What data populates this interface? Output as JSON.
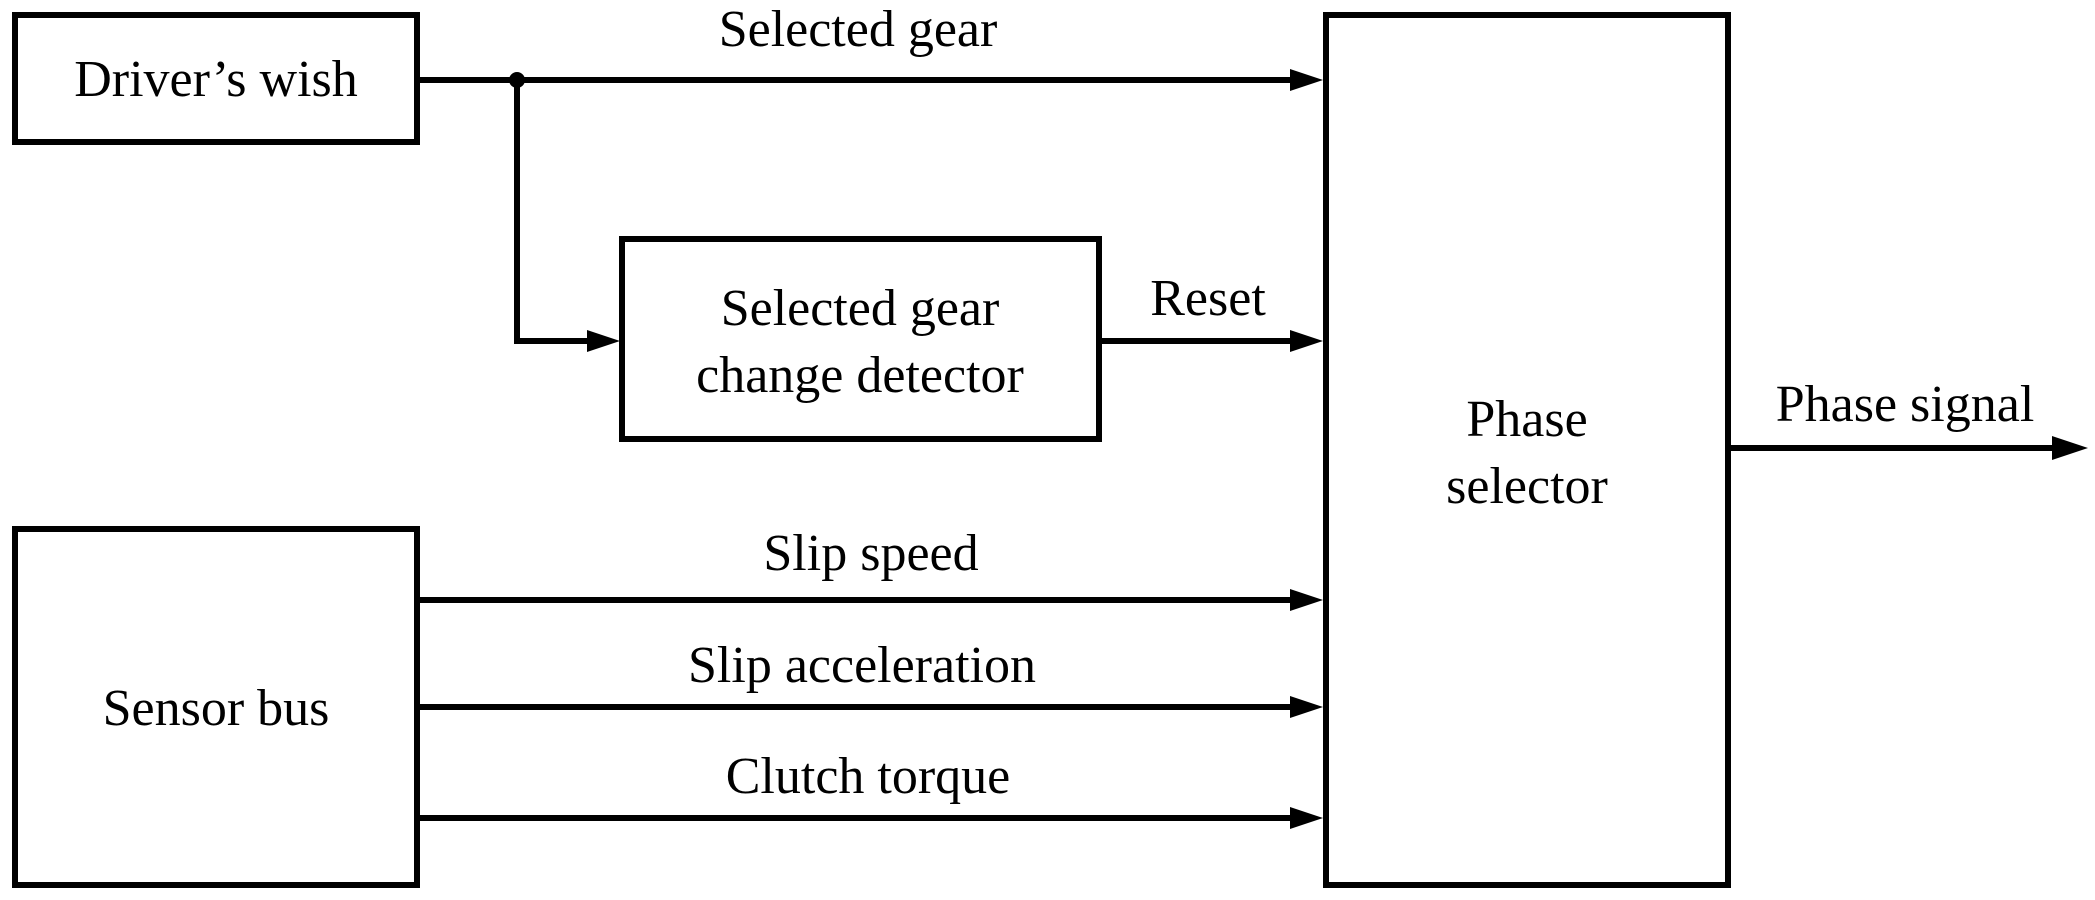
{
  "diagram": {
    "blocks": {
      "drivers_wish": {
        "label": "Driver’s wish"
      },
      "gear_change_detector": {
        "line1": "Selected gear",
        "line2": "change detector"
      },
      "sensor_bus": {
        "label": "Sensor bus"
      },
      "phase_selector": {
        "line1": "Phase",
        "line2": "selector"
      }
    },
    "signals": {
      "selected_gear": "Selected gear",
      "reset": "Reset",
      "slip_speed": "Slip speed",
      "slip_acceleration": "Slip acceleration",
      "clutch_torque": "Clutch torque",
      "phase_signal": "Phase signal"
    }
  }
}
